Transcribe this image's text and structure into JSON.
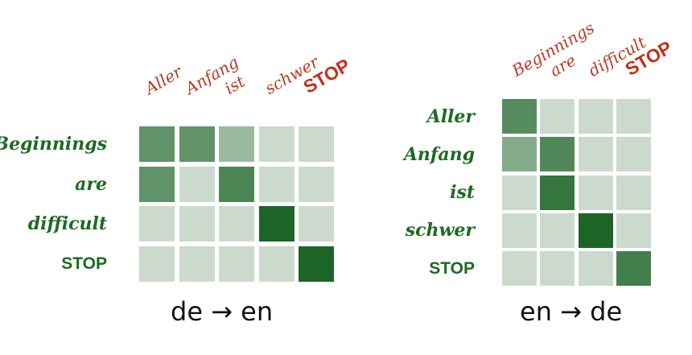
{
  "matrices": [
    {
      "caption": "de → en",
      "columns": [
        "Aller",
        "Anfang",
        "ist",
        "schwer",
        "STOP"
      ],
      "rows": [
        "Beginnings",
        "are",
        "difficult",
        "STOP"
      ],
      "weights": [
        [
          0.6,
          0.6,
          0.3,
          0.05,
          0.05
        ],
        [
          0.6,
          0.05,
          0.7,
          0.05,
          0.05
        ],
        [
          0.05,
          0.05,
          0.05,
          0.95,
          0.05
        ],
        [
          0.05,
          0.05,
          0.05,
          0.05,
          0.95
        ]
      ]
    },
    {
      "caption": "en → de",
      "columns": [
        "Beginnings",
        "are",
        "difficult",
        "STOP"
      ],
      "rows": [
        "Aller",
        "Anfang",
        "ist",
        "schwer",
        "STOP"
      ],
      "weights": [
        [
          0.65,
          0.05,
          0.05,
          0.05
        ],
        [
          0.42,
          0.68,
          0.05,
          0.05
        ],
        [
          0.05,
          0.82,
          0.05,
          0.05
        ],
        [
          0.05,
          0.05,
          0.95,
          0.05
        ],
        [
          0.05,
          0.05,
          0.05,
          0.75
        ]
      ]
    }
  ]
}
